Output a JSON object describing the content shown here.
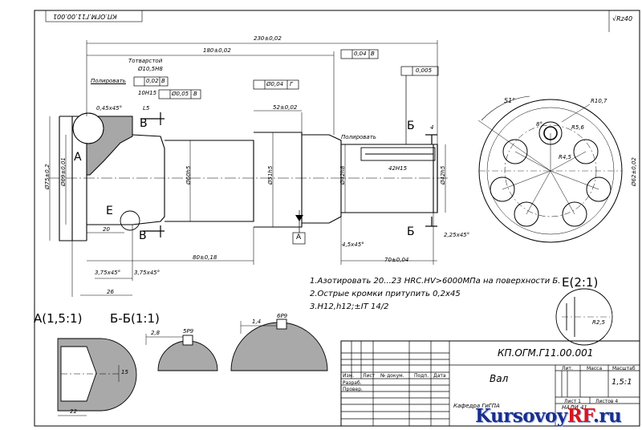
{
  "sheet": {
    "doc_code_rotated": "КП.ОГМ.Г11.00.001",
    "roughness": "√Rz40"
  },
  "dims": {
    "overall_length": "230±0,02",
    "len_180": "180±0,02",
    "len_52": "52±0,02",
    "len_80": "80±0,18",
    "len_70": "70±0,04",
    "len_20": "20",
    "len_26": "26",
    "len_42": "42Н15",
    "len_15": "15",
    "len_22": "22",
    "chamfer_045": "0,45х45°",
    "chamfer_375a": "3,75х45°",
    "chamfer_375b": "3,75х45°",
    "chamfer_45": "4,5х45°",
    "chamfer_225": "2,25х45°",
    "l5": "L5",
    "dia_75": "Ø75±0,2",
    "dia_69": "Ø69±0,01",
    "dia_60": "Ø60h5",
    "dia_51": "Ø51h5",
    "dia_42": "Ø42h8",
    "dia_42b": "Ø42h5",
    "dia_62": "Ø62±0,02",
    "center_hole": "Ø10,5Н8",
    "hole_len": "10Н15",
    "r107": "R10,7",
    "r56": "R5,6",
    "r45": "R4,5",
    "angle_51": "51°",
    "angle_8": "8°",
    "small_4": "4",
    "depth_28": "2,8",
    "depth_14": "1,4",
    "key_a": "5Р9",
    "key_b": "6Р9",
    "r2": "R2,5"
  },
  "labels": {
    "center_drill": "Тотварстой",
    "polish1": "Полировать",
    "polish2": "Полировать",
    "sec_A": "А",
    "sec_E": "Е",
    "sec_B1": "В",
    "sec_B2": "В",
    "sec_B_top": "Б",
    "sec_B_bot": "Б",
    "datum_A": "А",
    "view_A": "А(1,5:1)",
    "view_BB": "Б-Б(1:1)",
    "view_E": "Е(2:1)"
  },
  "tolerances": {
    "t1_val": "0,02",
    "t1_base": "В",
    "t2_val": "Ø0,05",
    "t2_base": "В",
    "t3_val": "Ø0,04",
    "t3_base": "Г",
    "t4_val": "0,04",
    "t4_base": "В",
    "t5_val": "0,005"
  },
  "notes": [
    "1.Азотировать 20...23 HRC.HV>6000МПа на поверхности Б.",
    "2.Острые кромки притупить 0,2х45",
    "3.Н12,h12;±IT 14/2"
  ],
  "title_block": {
    "code": "КП.ОГМ.Г11.00.001",
    "name": "Вал",
    "lit_h": "Лит.",
    "mass_h": "Масса",
    "scale_h": "Масштаб",
    "scale": "1,5:1",
    "sheet": "Лист 1",
    "sheets": "Листов 4",
    "izm": "Изм.",
    "list": "Лист",
    "doc_no": "№ докум.",
    "sign": "Подп.",
    "date": "Дата",
    "razrab": "Разраб.",
    "prov": "Провер.",
    "dept": "Кафедра ГиГПА",
    "group": "НАДИ 41"
  },
  "watermark": {
    "left": "Kursovoy",
    "right": "RF",
    "tail": ".ru"
  }
}
